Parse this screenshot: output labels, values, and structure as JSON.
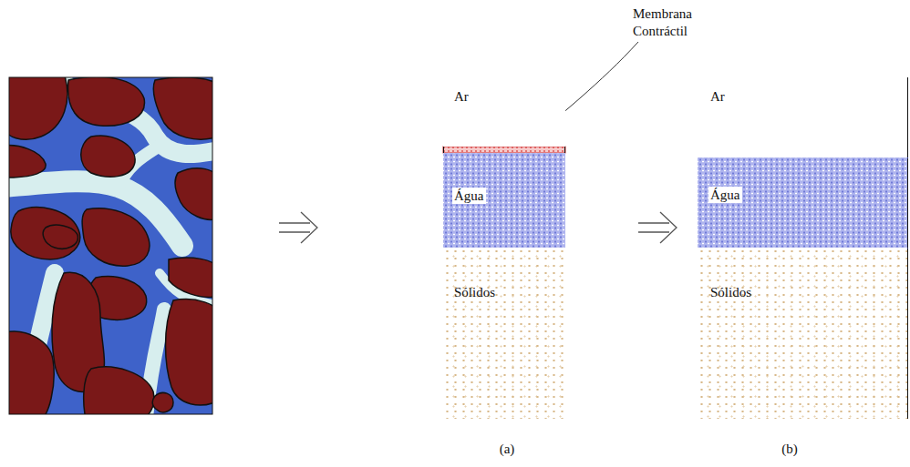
{
  "diagram": {
    "nodes": [
      {
        "text": [
          "Ar"
        ]
      },
      {
        "text": [
          "Água"
        ]
      },
      {
        "text": [
          "Sólidos"
        ]
      },
      {
        "text": [
          "Ar"
        ]
      },
      {
        "text": [
          "Água"
        ]
      },
      {
        "text": [
          "Sólidos"
        ]
      }
    ],
    "labels": [
      "Membrana Contráctil",
      "(a)",
      "(b)"
    ]
  }
}
